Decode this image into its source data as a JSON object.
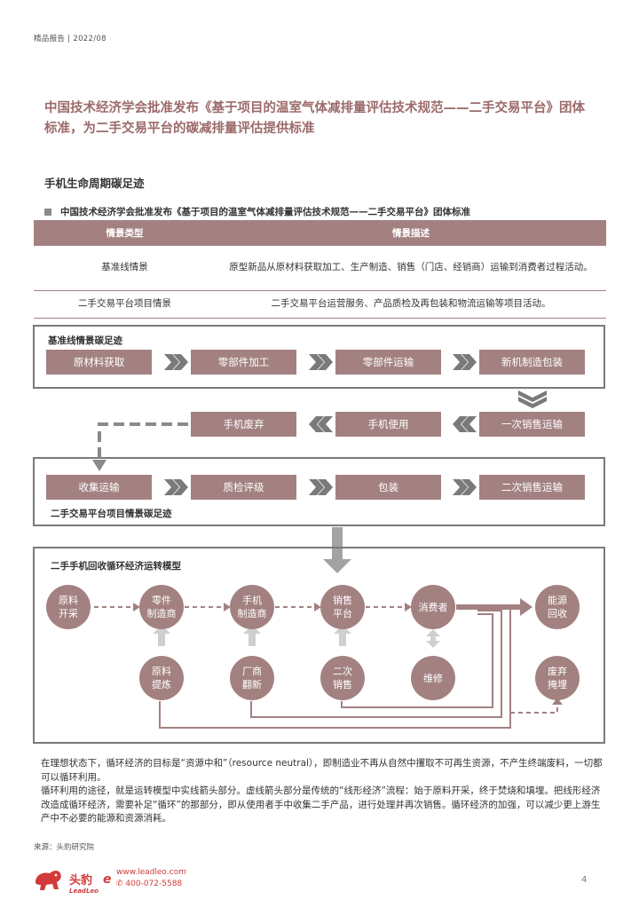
{
  "top_note": "精品报告 | 2022/08",
  "headline": "中国技术经济学会批准发布《基于项目的温室气体减排量评估技术规范——二手交易平台》团体标准，为二手交易平台的碳减排量评估提供标准",
  "section_title": "手机生命周期碳足迹",
  "table_caption": "中国技术经济学会批准发布《基于项目的温室气体减排量评估技术规范——二手交易平台》团体标准",
  "table": {
    "headers": [
      "情景类型",
      "情景描述"
    ],
    "rows": [
      [
        "基准线情景",
        "原型新品从原材料获取加工、生产制造、销售（门店、经销商）运输到消费者过程活动。"
      ],
      [
        "二手交易平台项目情景",
        "二手交易平台运营服务、产品质检及再包装和物流运输等项目活动。"
      ]
    ]
  },
  "baseline": {
    "label": "基准线情景碳足迹",
    "steps": [
      "原材料获取",
      "零部件加工",
      "零部件运输",
      "新机制造包装"
    ]
  },
  "middle_steps": [
    "手机废弃",
    "手机使用",
    "一次销售运输"
  ],
  "secondhand": {
    "label": "二手交易平台项目情景碳足迹",
    "steps": [
      "收集运输",
      "质检评级",
      "包装",
      "二次销售运输"
    ]
  },
  "model": {
    "label": "二手手机回收循环经济运转模型",
    "top": [
      "原料\n开采",
      "零件\n制造商",
      "手机\n制造商",
      "销售\n平台",
      "消费者",
      "能源\n回收"
    ],
    "bottom": [
      "原料\n提炼",
      "厂商\n翻新",
      "二次\n销售",
      "维修",
      "废弃\n掩埋"
    ]
  },
  "body_text": [
    "在理想状态下，循环经济的目标是“资源中和”（resource neutral），即制造业不再从自然中攫取不可再生资源，不产生终端废料，一切都可以循环利用。",
    "循环利用的途径，就是运转模型中实线箭头部分。虚线箭头部分是传统的“线形经济”流程：始于原料开采，终于焚烧和填埋。把线形经济改造成循环经济，需要补足“循环”的那部分，即从使用者手中收集二手产品，进行处理并再次销售。循环经济的加强，可以减少更上游生产中不必要的能源和资源消耗。"
  ],
  "source": "来源：头豹研究院",
  "logo": {
    "cn": "头豹",
    "en": "LeadLeo"
  },
  "contact": {
    "web": "www.leadleo.com",
    "phone": "400-072-5588"
  },
  "page_number": "4",
  "colors": {
    "accent": "#a38181",
    "headline": "#9c6a6a",
    "frame": "#7a7a7a",
    "logo_red": "#d23a3a"
  }
}
